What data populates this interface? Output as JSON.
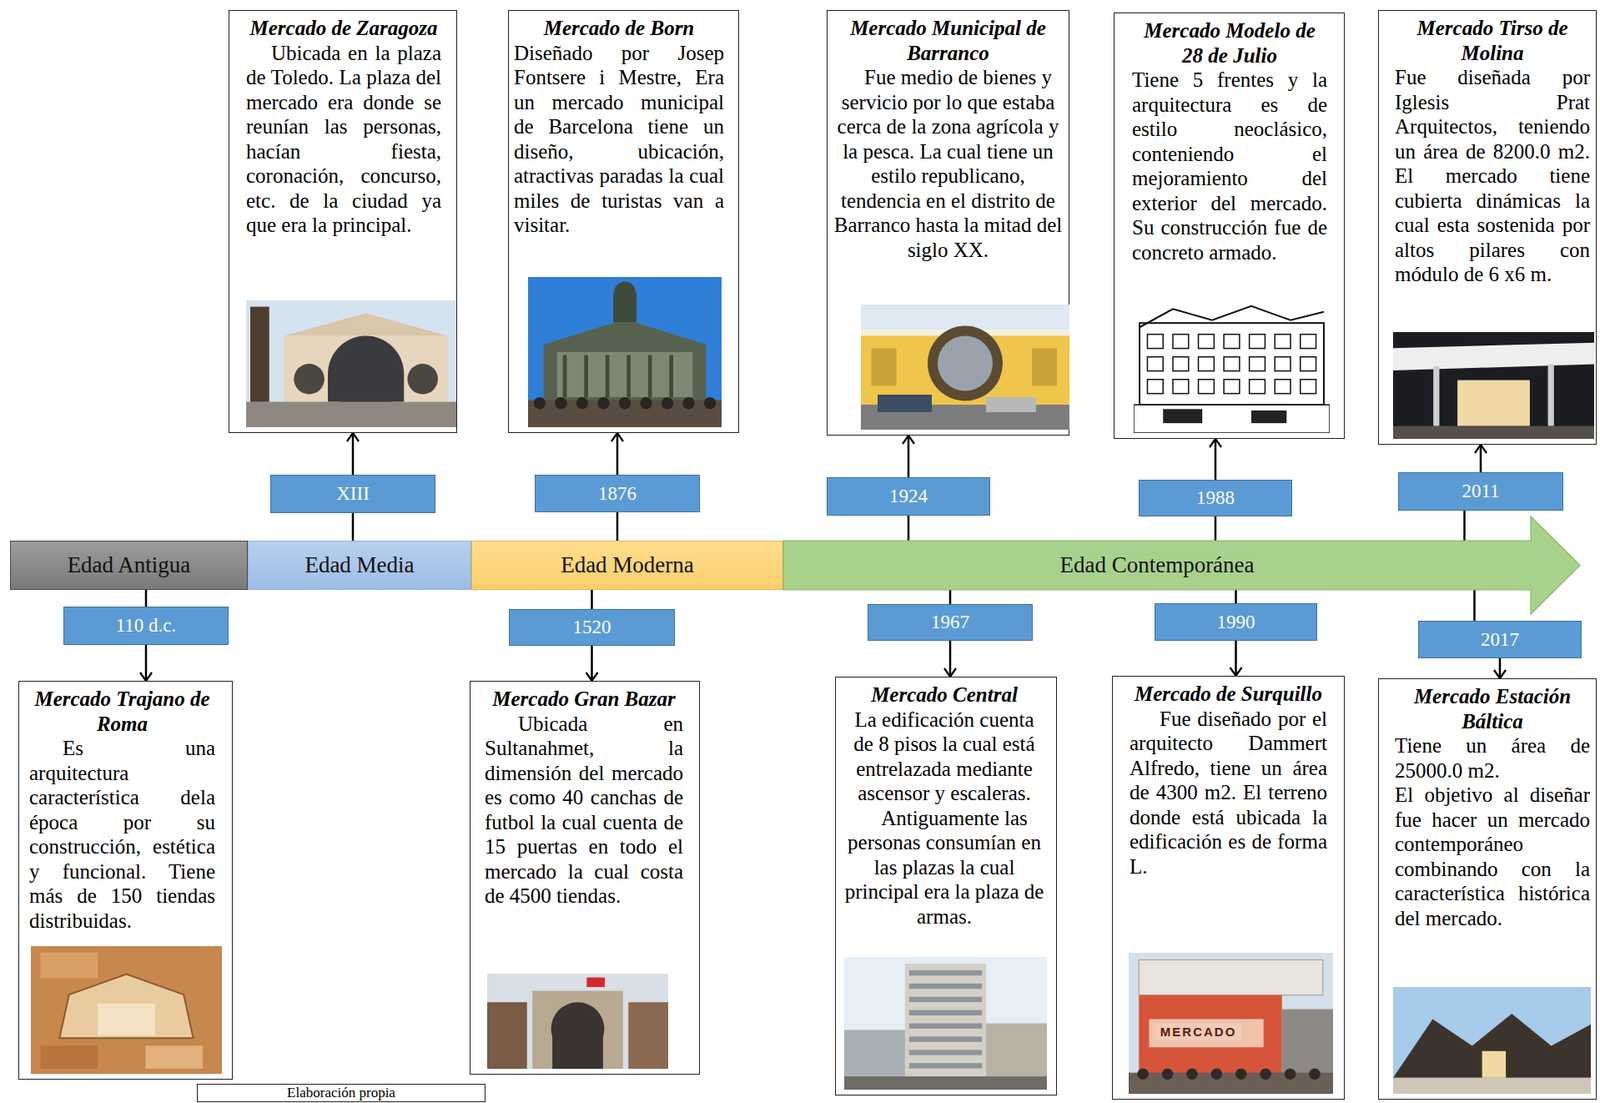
{
  "diagram": {
    "nodes": [
      {
        "text": [
          "Mercado de Zaragoza",
          "Ubicada en la plaza de Toledo. La plaza del mercado era donde se reunían las personas, hacían fiesta, coronación, concurso, etc. de la ciudad ya que era la principal."
        ]
      },
      {
        "text": [
          "Mercado de Born",
          "Diseñado por Josep Fontsere i Mestre, Era un mercado municipal de Barcelona tiene un diseño, ubicación, atractivas paradas la cual miles de turistas van a visitar."
        ]
      },
      {
        "text": [
          "Mercado Municipal de Barranco",
          "Fue medio de bienes y servicio por lo que estaba cerca de la zona agrícola y la pesca. La cual tiene un estilo republicano, tendencia en el distrito de Barranco hasta la mitad del siglo XX."
        ]
      },
      {
        "text": [
          "Mercado Modelo de 28 de Julio",
          "Tiene 5 frentes y la arquitectura es de estilo neoclásico, conteniendo el mejoramiento del exterior del mercado. Su construcción fue de concreto armado."
        ]
      },
      {
        "text": [
          "Mercado Tirso de Molina",
          "Fue diseñada por Iglesis Prat Arquitectos, teniendo un área de 8200.0 m2. El mercado tiene cubierta dinámicas la cual esta sostenida por altos pilares con módulo de 6 x6 m."
        ]
      },
      {
        "text": [
          "XIII"
        ]
      },
      {
        "text": [
          "1876"
        ]
      },
      {
        "text": [
          "1924"
        ]
      },
      {
        "text": [
          "1988"
        ]
      },
      {
        "text": [
          "2011"
        ]
      },
      {
        "text": [
          "Edad Antigua"
        ]
      },
      {
        "text": [
          "Edad Media"
        ]
      },
      {
        "text": [
          "Edad Moderna"
        ]
      },
      {
        "text": [
          "Edad Contemporánea"
        ]
      },
      {
        "text": [
          "110 d.c."
        ]
      },
      {
        "text": [
          "1520"
        ]
      },
      {
        "text": [
          "1967"
        ]
      },
      {
        "text": [
          "1990"
        ]
      },
      {
        "text": [
          "2017"
        ]
      },
      {
        "text": [
          "Mercado Trajano de Roma",
          "Es una arquitectura característica dela época por su construcción, estética y funcional. Tiene más de 150 tiendas distribuidas."
        ]
      },
      {
        "text": [
          "Mercado Gran Bazar",
          "Ubicada en Sultanahmet, la dimensión del mercado es como 40 canchas de futbol la cual cuenta de 15 puertas en todo el mercado la cual costa de 4500 tiendas."
        ]
      },
      {
        "text": [
          "Mercado Central",
          "La edificación cuenta de 8 pisos la cual está entrelazada mediante ascensor y escaleras.",
          "Antiguamente las personas consumían en las plazas la cual principal era la plaza de armas."
        ]
      },
      {
        "text": [
          "Mercado de Surquillo",
          "Fue diseñado por el arquitecto Dammert Alfredo, tiene un área de 4300 m2. El terreno donde está ubicada la edificación es de forma L."
        ]
      },
      {
        "text": [
          "Mercado Estación Báltica",
          "Tiene un área de 25000.0 m2.",
          "El objetivo al diseñar fue hacer un mercado contemporáneo combinando con la característica histórica del mercado."
        ]
      },
      {
        "text": [
          "Elaboración propia"
        ]
      }
    ],
    "edges": [
      {
        "from": 11,
        "to": 5,
        "arrow": "none"
      },
      {
        "from": 5,
        "to": 0,
        "arrow": "to"
      },
      {
        "from": 12,
        "to": 6,
        "arrow": "none"
      },
      {
        "from": 6,
        "to": 1,
        "arrow": "to"
      },
      {
        "from": 13,
        "to": 7,
        "arrow": "none"
      },
      {
        "from": 7,
        "to": 2,
        "arrow": "to"
      },
      {
        "from": 13,
        "to": 8,
        "arrow": "none"
      },
      {
        "from": 8,
        "to": 3,
        "arrow": "to"
      },
      {
        "from": 13,
        "to": 9,
        "arrow": "none"
      },
      {
        "from": 9,
        "to": 4,
        "arrow": "to"
      },
      {
        "from": 10,
        "to": 14,
        "arrow": "none"
      },
      {
        "from": 14,
        "to": 19,
        "arrow": "to"
      },
      {
        "from": 12,
        "to": 15,
        "arrow": "none"
      },
      {
        "from": 15,
        "to": 20,
        "arrow": "to"
      },
      {
        "from": 13,
        "to": 16,
        "arrow": "none"
      },
      {
        "from": 16,
        "to": 21,
        "arrow": "to"
      },
      {
        "from": 13,
        "to": 17,
        "arrow": "none"
      },
      {
        "from": 17,
        "to": 22,
        "arrow": "to"
      },
      {
        "from": 13,
        "to": 18,
        "arrow": "none"
      },
      {
        "from": 18,
        "to": 23,
        "arrow": "to"
      }
    ],
    "labels": [
      "MERCADO"
    ]
  }
}
